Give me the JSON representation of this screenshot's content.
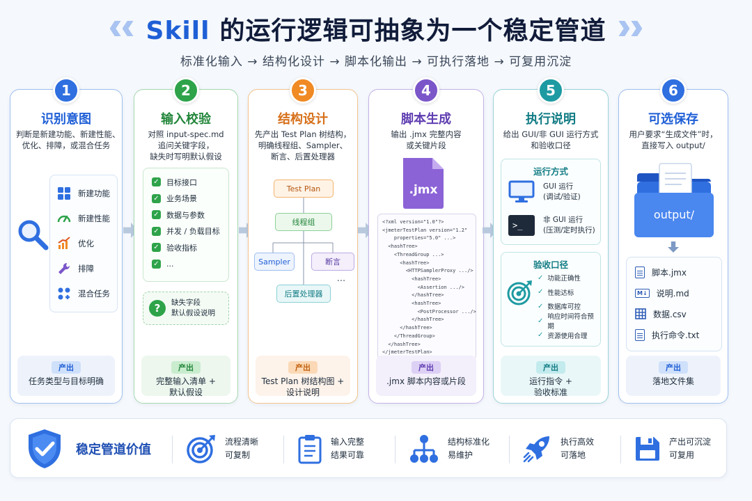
{
  "header": {
    "title_highlight": "Skill",
    "title_rest": "的运行逻辑可抽象为一个稳定管道",
    "subtitle": "标准化输入 → 结构化设计 → 脚本化输出 → 可执行落地 → 可复用沉淀"
  },
  "colors": {
    "step1": "#2f6fe0",
    "step2": "#2ea34a",
    "step3": "#f08a24",
    "step4": "#7b56c9",
    "step5": "#1e9aa2",
    "step6": "#2f6fe0"
  },
  "output_tag": "产出",
  "steps": [
    {
      "number": "1",
      "title": "识别意图",
      "desc": [
        "判断是新建功能、新建性能、",
        "优化、排障，或混合任务"
      ],
      "items": [
        {
          "label": "新建功能",
          "icon": "grid-icon"
        },
        {
          "label": "新建性能",
          "icon": "gauge-icon"
        },
        {
          "label": "优化",
          "icon": "chart-up-icon"
        },
        {
          "label": "排障",
          "icon": "wrench-icon"
        },
        {
          "label": "混合任务",
          "icon": "mixed-icon"
        }
      ],
      "output": [
        "任务类型与目标明确"
      ]
    },
    {
      "number": "2",
      "title": "输入校验",
      "desc": [
        "对照 input-spec.md",
        "追问关键字段，",
        "缺失时写明默认假设"
      ],
      "checklist": [
        "目标接口",
        "业务场景",
        "数据与参数",
        "并发 / 负载目标",
        "验收指标",
        "..."
      ],
      "missing": [
        "缺失字段",
        "默认假设说明"
      ],
      "output": [
        "完整输入清单 +",
        "默认假设"
      ]
    },
    {
      "number": "3",
      "title": "结构设计",
      "desc": [
        "先产出 Test Plan 树结构，",
        "明确线程组、Sampler、",
        "断言、后置处理器"
      ],
      "tree": {
        "root": "Test Plan",
        "group": "线程组",
        "sampler": "Sampler",
        "assertion": "断言",
        "more": "...",
        "post": "后置处理器"
      },
      "output": [
        "Test Plan 树结构图 +",
        "设计说明"
      ]
    },
    {
      "number": "4",
      "title": "脚本生成",
      "desc": [
        "输出 .jmx 完整内容",
        "或关键片段"
      ],
      "file_label": ".jmx",
      "code": [
        "<?xml version=\"1.0\"?>",
        "<jmeterTestPlan version=\"1.2\"",
        "    properties=\"5.0\" ...>",
        "  <hashTree>",
        "    <ThreadGroup ...>",
        "      <hashTree>",
        "        <HTTPSamplerProxy .../>",
        "          <hashTree>",
        "            <Assertion .../>",
        "          </hashTree>",
        "          <hashTree>",
        "            <PostProcessor .../>",
        "          </hashTree>",
        "      </hashTree>",
        "    </ThreadGroup>",
        "  </hashTree>",
        "</jmeterTestPlan>"
      ],
      "output": [
        ".jmx 脚本内容或片段"
      ]
    },
    {
      "number": "5",
      "title": "执行说明",
      "desc": [
        "给出 GUI/非 GUI 运行方式",
        "和验收口径"
      ],
      "run_title": "运行方式",
      "run_modes": [
        {
          "label": [
            "GUI 运行",
            "(调试/验证)"
          ],
          "icon": "monitor-icon"
        },
        {
          "label": [
            "非 GUI 运行",
            "(压测/定时执行)"
          ],
          "icon": "terminal-icon"
        }
      ],
      "terminal_glyph": ">_",
      "accept_title": "验收口径",
      "criteria": [
        "功能正确性",
        "性能达标",
        "数据库可控",
        "响应时间符合预期",
        "资源使用合理"
      ],
      "output": [
        "运行指令 +",
        "验收标准"
      ]
    },
    {
      "number": "6",
      "title": "可选保存",
      "desc": [
        "用户要求“生成文件”时，",
        "直接写入 output/"
      ],
      "folder_label": "output/",
      "files": [
        {
          "name": "脚本.jmx",
          "icon": "file-icon"
        },
        {
          "name": "说明.md",
          "icon": "markdown-icon"
        },
        {
          "name": "数据.csv",
          "icon": "table-icon"
        },
        {
          "name": "执行命令.txt",
          "icon": "file-icon"
        }
      ],
      "md_glyph": "M↓",
      "output": [
        "落地文件集"
      ]
    }
  ],
  "bottom": {
    "title": "稳定管道价值",
    "items": [
      {
        "text": [
          "流程清晰",
          "可复制"
        ],
        "icon": "target-icon"
      },
      {
        "text": [
          "输入完整",
          "结果可靠"
        ],
        "icon": "clipboard-icon"
      },
      {
        "text": [
          "结构标准化",
          "易维护"
        ],
        "icon": "hierarchy-icon"
      },
      {
        "text": [
          "执行高效",
          "可落地"
        ],
        "icon": "rocket-icon"
      },
      {
        "text": [
          "产出可沉淀",
          "可复用"
        ],
        "icon": "save-icon"
      }
    ]
  }
}
